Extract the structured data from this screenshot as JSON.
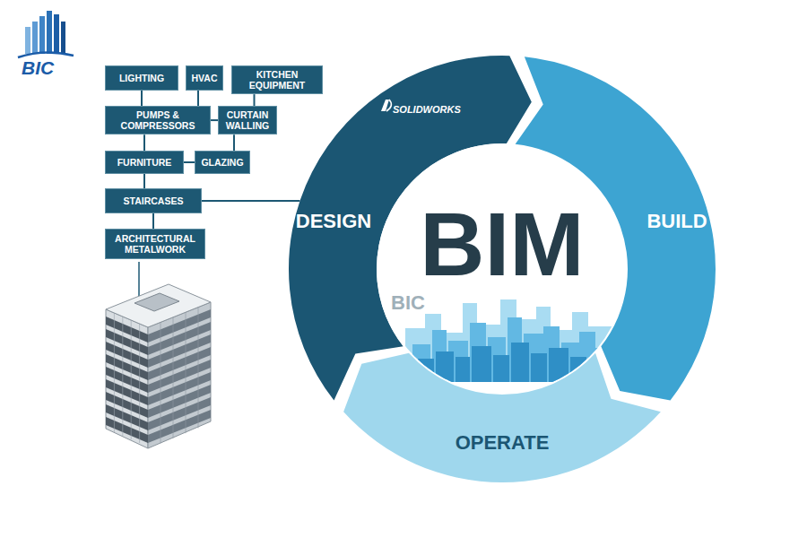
{
  "diagram": {
    "nodes": [
      {
        "text": [
          "LIGHTING"
        ]
      },
      {
        "text": [
          "HVAC"
        ]
      },
      {
        "text": [
          "KITCHEN EQUIPMENT"
        ]
      },
      {
        "text": [
          "PUMPS & COMPRESSORS"
        ]
      },
      {
        "text": [
          "CURTAIN WALLING"
        ]
      },
      {
        "text": [
          "FURNITURE"
        ]
      },
      {
        "text": [
          "GLAZING"
        ]
      },
      {
        "text": [
          "STAIRCASES"
        ]
      },
      {
        "text": [
          "ARCHITECTURAL METALWORK"
        ]
      },
      {
        "text": [
          "DESIGN"
        ]
      },
      {
        "text": [
          "BIM"
        ]
      },
      {
        "text": [
          "BUILD"
        ]
      },
      {
        "text": [
          "OPERATE"
        ]
      }
    ],
    "edges": [
      {
        "from": 0,
        "to": 3,
        "arrow": "none"
      },
      {
        "from": 1,
        "to": 3,
        "arrow": "none"
      },
      {
        "from": 2,
        "to": 4,
        "arrow": "none"
      },
      {
        "from": 3,
        "to": 4,
        "arrow": "none"
      },
      {
        "from": 3,
        "to": 5,
        "arrow": "none"
      },
      {
        "from": 4,
        "to": 6,
        "arrow": "none"
      },
      {
        "from": 5,
        "to": 6,
        "arrow": "none"
      },
      {
        "from": 5,
        "to": 7,
        "arrow": "none"
      },
      {
        "from": 7,
        "to": 9,
        "arrow": "none"
      },
      {
        "from": 7,
        "to": 8,
        "arrow": "none"
      }
    ],
    "labels": [
      "BIC",
      "SOLIDWORKS",
      "BIC"
    ]
  }
}
